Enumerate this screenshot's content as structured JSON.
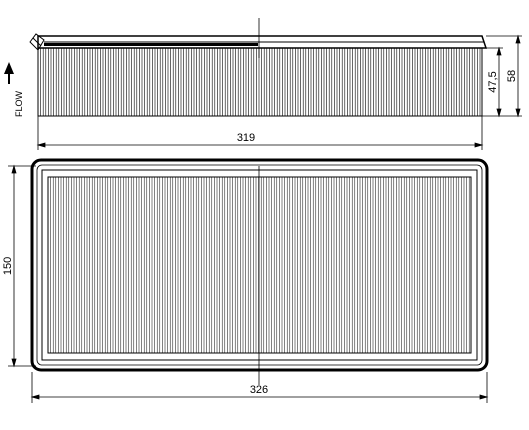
{
  "drawing": {
    "flow_label": "FLOW",
    "side_view": {
      "width_label": "319",
      "inner_height_label": "47,5",
      "outer_height_label": "58"
    },
    "top_view": {
      "height_label": "150",
      "width_label": "326"
    },
    "colors": {
      "line": "#000000",
      "background": "#ffffff"
    }
  }
}
